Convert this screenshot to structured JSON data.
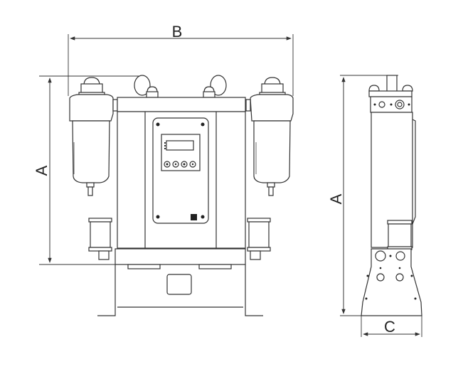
{
  "diagram": {
    "labels": {
      "width_front": "B",
      "height_front": "A",
      "height_side": "A",
      "depth_side": "C"
    },
    "stroke_color": "#333333",
    "background_color": "#ffffff"
  }
}
